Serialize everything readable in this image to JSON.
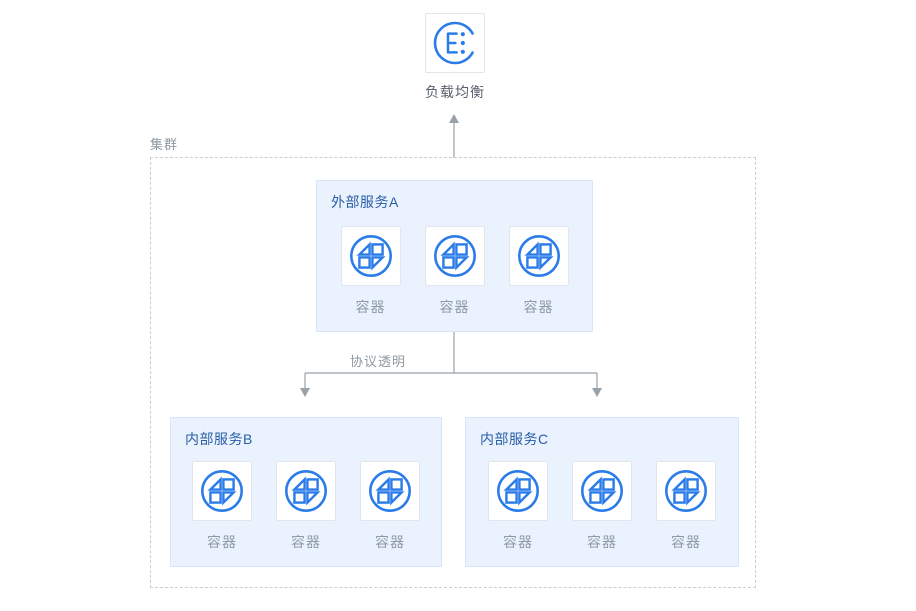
{
  "diagram": {
    "load_balancer": {
      "label": "负载均衡"
    },
    "cluster_label": "集群",
    "flow_label": "协议透明",
    "services": [
      {
        "title": "外部服务A",
        "containers": [
          "容器",
          "容器",
          "容器"
        ]
      },
      {
        "title": "内部服务B",
        "containers": [
          "容器",
          "容器",
          "容器"
        ]
      },
      {
        "title": "内部服务C",
        "containers": [
          "容器",
          "容器",
          "容器"
        ]
      }
    ],
    "colors": {
      "icon_blue": "#2b7ce9",
      "service_title_blue": "#2a5caa",
      "service_box_bg": "#eaf3fd",
      "service_box_border": "#d6e5f7",
      "tile_border": "#e2e6ec",
      "connector_gray": "#99a1aa",
      "muted_text_gray": "#8f99a4",
      "dashed_border_gray": "#c9ced6"
    }
  }
}
